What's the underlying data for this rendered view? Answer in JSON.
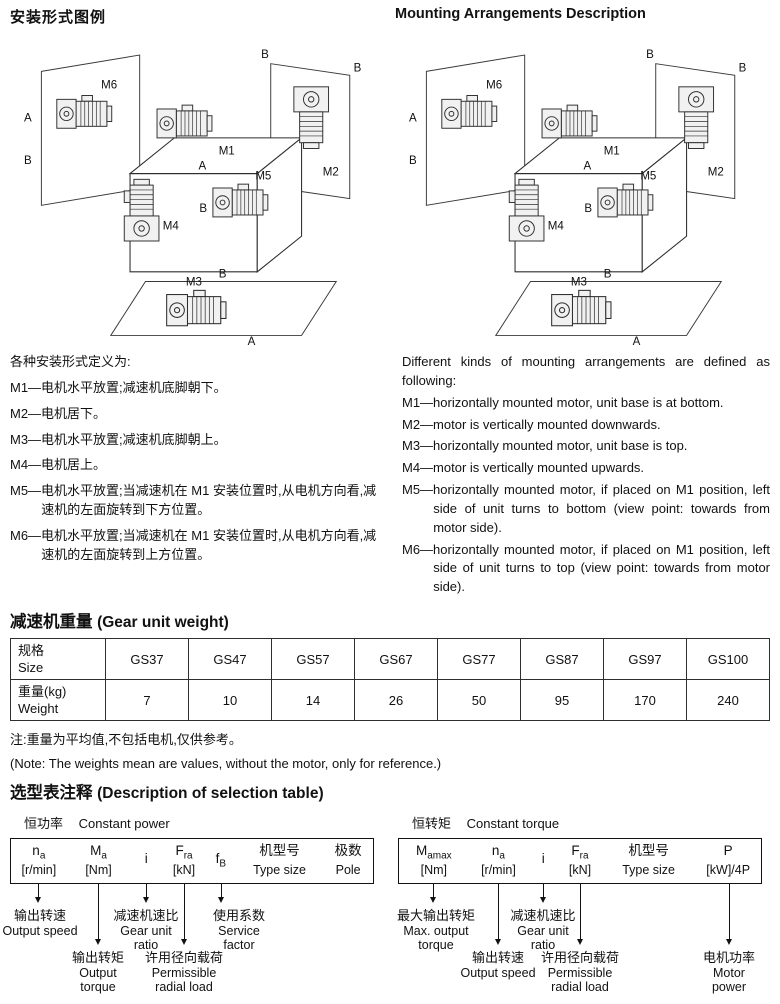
{
  "top": {
    "title_cn": "安装形式图例",
    "title_en": "Mounting Arrangements Description"
  },
  "diag": {
    "a": "A",
    "b": "B",
    "m1": "M1",
    "m2": "M2",
    "m3": "M3",
    "m4": "M4",
    "m5": "M5",
    "m6": "M6"
  },
  "defs_cn": {
    "intro": "各种安装形式定义为:",
    "items": [
      "M1—电机水平放置;减速机底脚朝下。",
      "M2—电机居下。",
      "M3—电机水平放置;减速机底脚朝上。",
      "M4—电机居上。",
      "M5—电机水平放置;当减速机在 M1 安装位置时,从电机方向看,减速机的左面旋转到下方位置。",
      "M6—电机水平放置;当减速机在 M1 安装位置时,从电机方向看,减速机的左面旋转到上方位置。"
    ]
  },
  "defs_en": {
    "intro": "Different kinds of mounting arrangements are defined as following:",
    "items": [
      "M1—horizontally mounted motor, unit base is at bottom.",
      "M2—motor is vertically mounted downwards.",
      "M3—horizontally mounted motor, unit base is top.",
      "M4—motor is vertically mounted upwards.",
      "M5—horizontally mounted motor, if placed on M1 position, left side of unit turns to bottom (view point: towards from motor side).",
      "M6—horizontally mounted motor, if placed on M1 position, left side of unit turns to top (view point: towards from motor side)."
    ]
  },
  "weight": {
    "title_cn": "减速机重量",
    "title_en": "(Gear unit weight)",
    "size_cn": "规格",
    "size_en": "Size",
    "weight_cn": "重量(kg)",
    "weight_en": "Weight",
    "sizes": [
      "GS37",
      "GS47",
      "GS57",
      "GS67",
      "GS77",
      "GS87",
      "GS97",
      "GS100"
    ],
    "weights": [
      "7",
      "10",
      "14",
      "26",
      "50",
      "95",
      "170",
      "240"
    ],
    "note_cn": "注:重量为平均值,不包括电机,仅供参考。",
    "note_en": "(Note: The weights mean are values, without the motor, only for reference.)"
  },
  "selection": {
    "title_cn": "选型表注释",
    "title_en": "(Description of selection table)",
    "left": {
      "caption_cn": "恒功率",
      "caption_en": "Constant power",
      "cols": [
        {
          "base": "n",
          "sub": "a",
          "unit": "[r/min]"
        },
        {
          "base": "M",
          "sub": "a",
          "unit": "[Nm]"
        },
        {
          "base": "i",
          "sub": "",
          "unit": ""
        },
        {
          "base": "F",
          "sub": "ra",
          "unit": "[kN]"
        },
        {
          "base": "f",
          "sub": "B",
          "unit": ""
        },
        {
          "base": "机型号",
          "sub": "",
          "unit": "Type size"
        },
        {
          "base": "极数",
          "sub": "",
          "unit": "Pole"
        }
      ],
      "callouts": [
        {
          "cn": "输出转速",
          "en": "Output speed"
        },
        {
          "cn": "减速机速比",
          "en": "Gear unit ratio"
        },
        {
          "cn": "使用系数",
          "en": "Service factor"
        },
        {
          "cn": "输出转矩",
          "en": "Output torque"
        },
        {
          "cn": "许用径向载荷",
          "en": "Permissible radial load"
        }
      ]
    },
    "right": {
      "caption_cn": "恒转矩",
      "caption_en": "Constant torque",
      "cols": [
        {
          "base": "M",
          "sub": "amax",
          "unit": "[Nm]"
        },
        {
          "base": "n",
          "sub": "a",
          "unit": "[r/min]"
        },
        {
          "base": "i",
          "sub": "",
          "unit": ""
        },
        {
          "base": "F",
          "sub": "ra",
          "unit": "[kN]"
        },
        {
          "base": "机型号",
          "sub": "",
          "unit": "Type size"
        },
        {
          "base": "P",
          "sub": "",
          "unit": "[kW]/4P"
        }
      ],
      "callouts": [
        {
          "cn": "最大输出转矩",
          "en": "Max. output torque"
        },
        {
          "cn": "减速机速比",
          "en": "Gear unit ratio"
        },
        {
          "cn": "输出转速",
          "en": "Output speed"
        },
        {
          "cn": "许用径向载荷",
          "en": "Permissible radial load"
        },
        {
          "cn": "电机功率",
          "en": "Motor power"
        }
      ]
    }
  }
}
